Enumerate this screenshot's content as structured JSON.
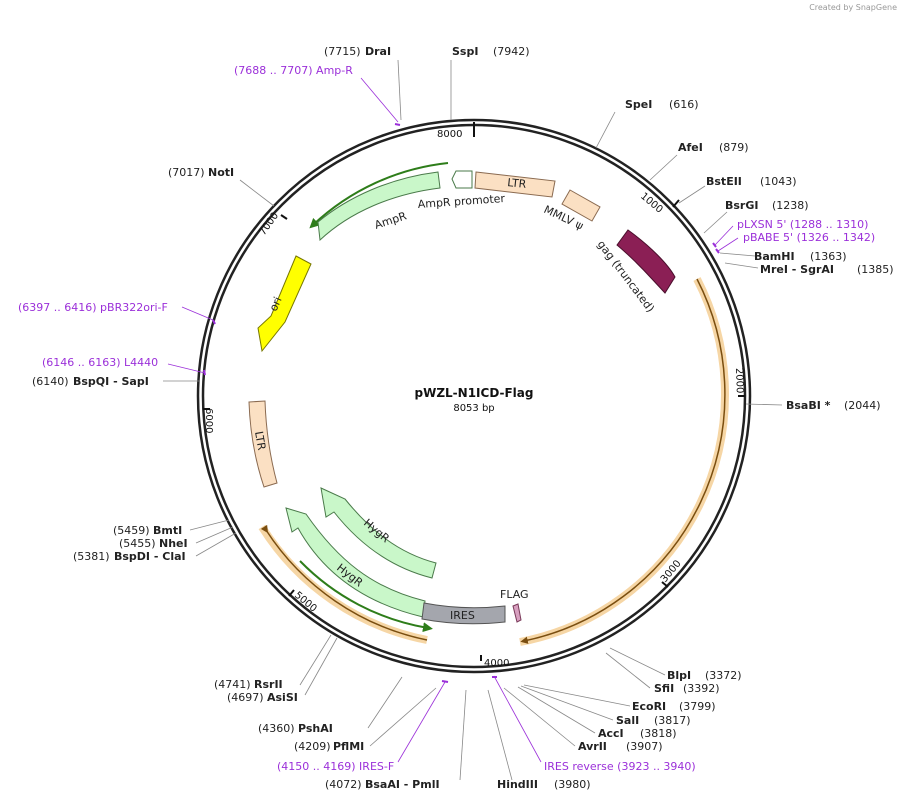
{
  "credit": "Created by SnapGene",
  "plasmid": {
    "name": "pWZL-N1ICD-Flag",
    "size_label": "8053 bp"
  },
  "colors": {
    "ltr": "#fbe0c3",
    "hygr": "#c9f7c9",
    "ori": "#ffff00",
    "gag": "#8b1f55",
    "ires": "#a4a6ad",
    "orf": "#f0c27c",
    "primer": "#9b30d9"
  },
  "ticks": [
    "1000",
    "2000",
    "3000",
    "4000",
    "5000",
    "6000",
    "7000",
    "8000"
  ],
  "features": [
    {
      "label": "LTR"
    },
    {
      "label": "MMLV ψ"
    },
    {
      "label": "gag (truncated)"
    },
    {
      "label": "AmpR"
    },
    {
      "label": "AmpR promoter"
    },
    {
      "label": "ori"
    },
    {
      "label": "LTR"
    },
    {
      "label": "HygR"
    },
    {
      "label": "HygR"
    },
    {
      "label": "IRES"
    },
    {
      "label": "FLAG"
    }
  ],
  "sites": [
    {
      "pos": "(7715)",
      "name": "DraI"
    },
    {
      "pos": "(7942)",
      "name": "SspI"
    },
    {
      "pos": "(616)",
      "name": "SpeI"
    },
    {
      "pos": "(879)",
      "name": "AfeI"
    },
    {
      "pos": "(1043)",
      "name": "BstEII"
    },
    {
      "pos": "(1238)",
      "name": "BsrGI"
    },
    {
      "pos": "(1363)",
      "name": "BamHI"
    },
    {
      "pos": "(1385)",
      "name": "MreI  - SgrAI"
    },
    {
      "pos": "(2044)",
      "name": "BsaBI *"
    },
    {
      "pos": "(3372)",
      "name": "BlpI"
    },
    {
      "pos": "(3392)",
      "name": "SfiI"
    },
    {
      "pos": "(3799)",
      "name": "EcoRI"
    },
    {
      "pos": "(3817)",
      "name": "SalI"
    },
    {
      "pos": "(3818)",
      "name": "AccI"
    },
    {
      "pos": "(3907)",
      "name": "AvrII"
    },
    {
      "pos": "(3980)",
      "name": "HindIII"
    },
    {
      "pos": "(4072)",
      "name": "BsaAI  - PmlI"
    },
    {
      "pos": "(4209)",
      "name": "PflMI"
    },
    {
      "pos": "(4360)",
      "name": "PshAI"
    },
    {
      "pos": "(4697)",
      "name": "AsiSI"
    },
    {
      "pos": "(4741)",
      "name": "RsrII"
    },
    {
      "pos": "(5381)",
      "name": "BspDI  - ClaI"
    },
    {
      "pos": "(5455)",
      "name": "NheI"
    },
    {
      "pos": "(5459)",
      "name": "BmtI"
    },
    {
      "pos": "(6140)",
      "name": "BspQI  - SapI"
    },
    {
      "pos": "(7017)",
      "name": "NotI"
    }
  ],
  "primers": [
    {
      "text": "(7688 .. 7707)  Amp-R"
    },
    {
      "text": "pLXSN 5'    (1288 .. 1310)"
    },
    {
      "text": "pBABE 5'    (1326 .. 1342)"
    },
    {
      "text": "(6397 .. 6416)  pBR322ori-F"
    },
    {
      "text": "(6146 .. 6163)  L4440"
    },
    {
      "text": "(4150 .. 4169)  IRES-F"
    },
    {
      "text": "IRES reverse      (3923 .. 3940)"
    }
  ]
}
